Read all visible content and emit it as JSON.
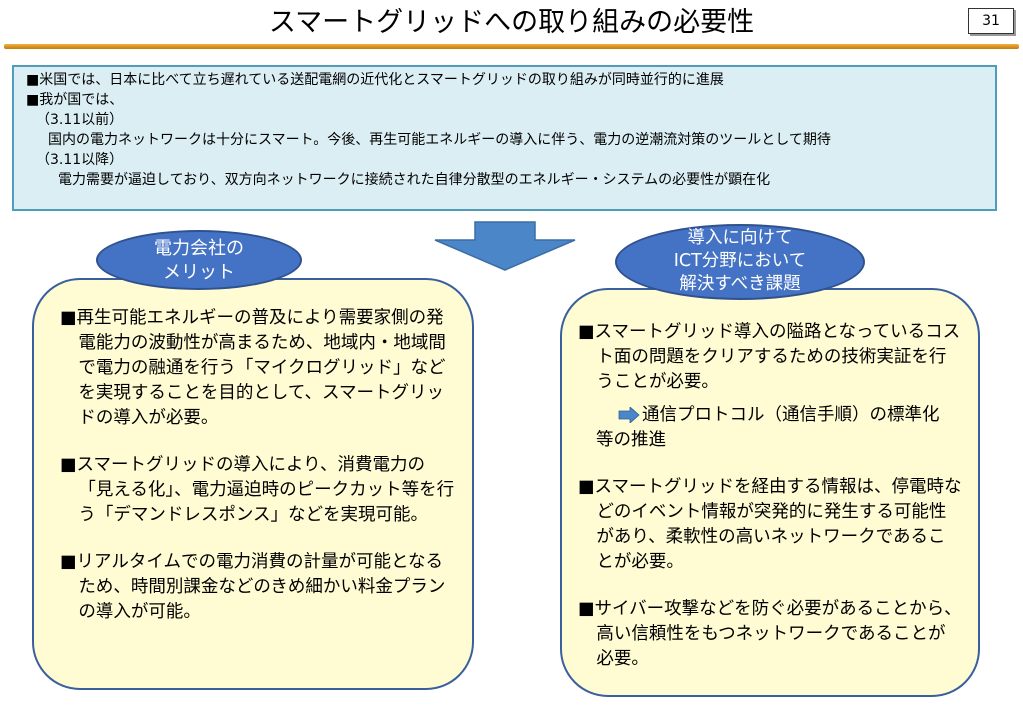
{
  "header": {
    "title": "スマートグリッドへの取り組みの必要性",
    "page_number": "31"
  },
  "summary": {
    "line1": "■米国では、日本に比べて立ち遅れている送配電網の近代化とスマートグリッドの取り組みが同時並行的に進展",
    "line2": "■我が国では、",
    "line3": "（3.11以前）",
    "line4": "国内の電力ネットワークは十分にスマート。今後、再生可能エネルギーの導入に伴う、電力の逆潮流対策のツールとして期待",
    "line5": "（3.11以降）",
    "line6": "電力需要が逼迫しており、双方向ネットワークに接続された自律分散型のエネルギー・システムの必要性が顕在化"
  },
  "left": {
    "label_line1": "電力会社の",
    "label_line2": "メリット",
    "item1": "■再生可能エネルギーの普及により需要家側の発電能力の波動性が高まるため、地域内・地域間で電力の融通を行う「マイクログリッド」などを実現することを目的として、スマートグリッドの導入が必要。",
    "item2": "■スマートグリッドの導入により、消費電力の「見える化」、電力逼迫時のピークカット等を行う「デマンドレスポンス」などを実現可能。",
    "item3": "■リアルタイムでの電力消費の計量が可能となるため、時間別課金などのきめ細かい料金プランの導入が可能。"
  },
  "right": {
    "label_line1": "導入に向けて",
    "label_line2": "ICT分野において",
    "label_line3": "解決すべき課題",
    "item1": "■スマートグリッド導入の隘路となっているコスト面の問題をクリアするための技術実証を行うことが必要。",
    "sub1_line1": "通信プロトコル（通信手順）の標準化",
    "sub1_line2": "等の推進",
    "item2": "■スマートグリッドを経由する情報は、停電時などのイベント情報が突発的に発生する可能性があり、柔軟性の高いネットワークであることが必要。",
    "item3": "■サイバー攻撃などを防ぐ必要があることから、高い信頼性をもつネットワークであることが必要。"
  },
  "colors": {
    "oval_fill": "#4472c4",
    "panel_fill": "#fffbd2",
    "summary_fill": "#dbeef4",
    "arrow_fill": "#4a86c8"
  }
}
